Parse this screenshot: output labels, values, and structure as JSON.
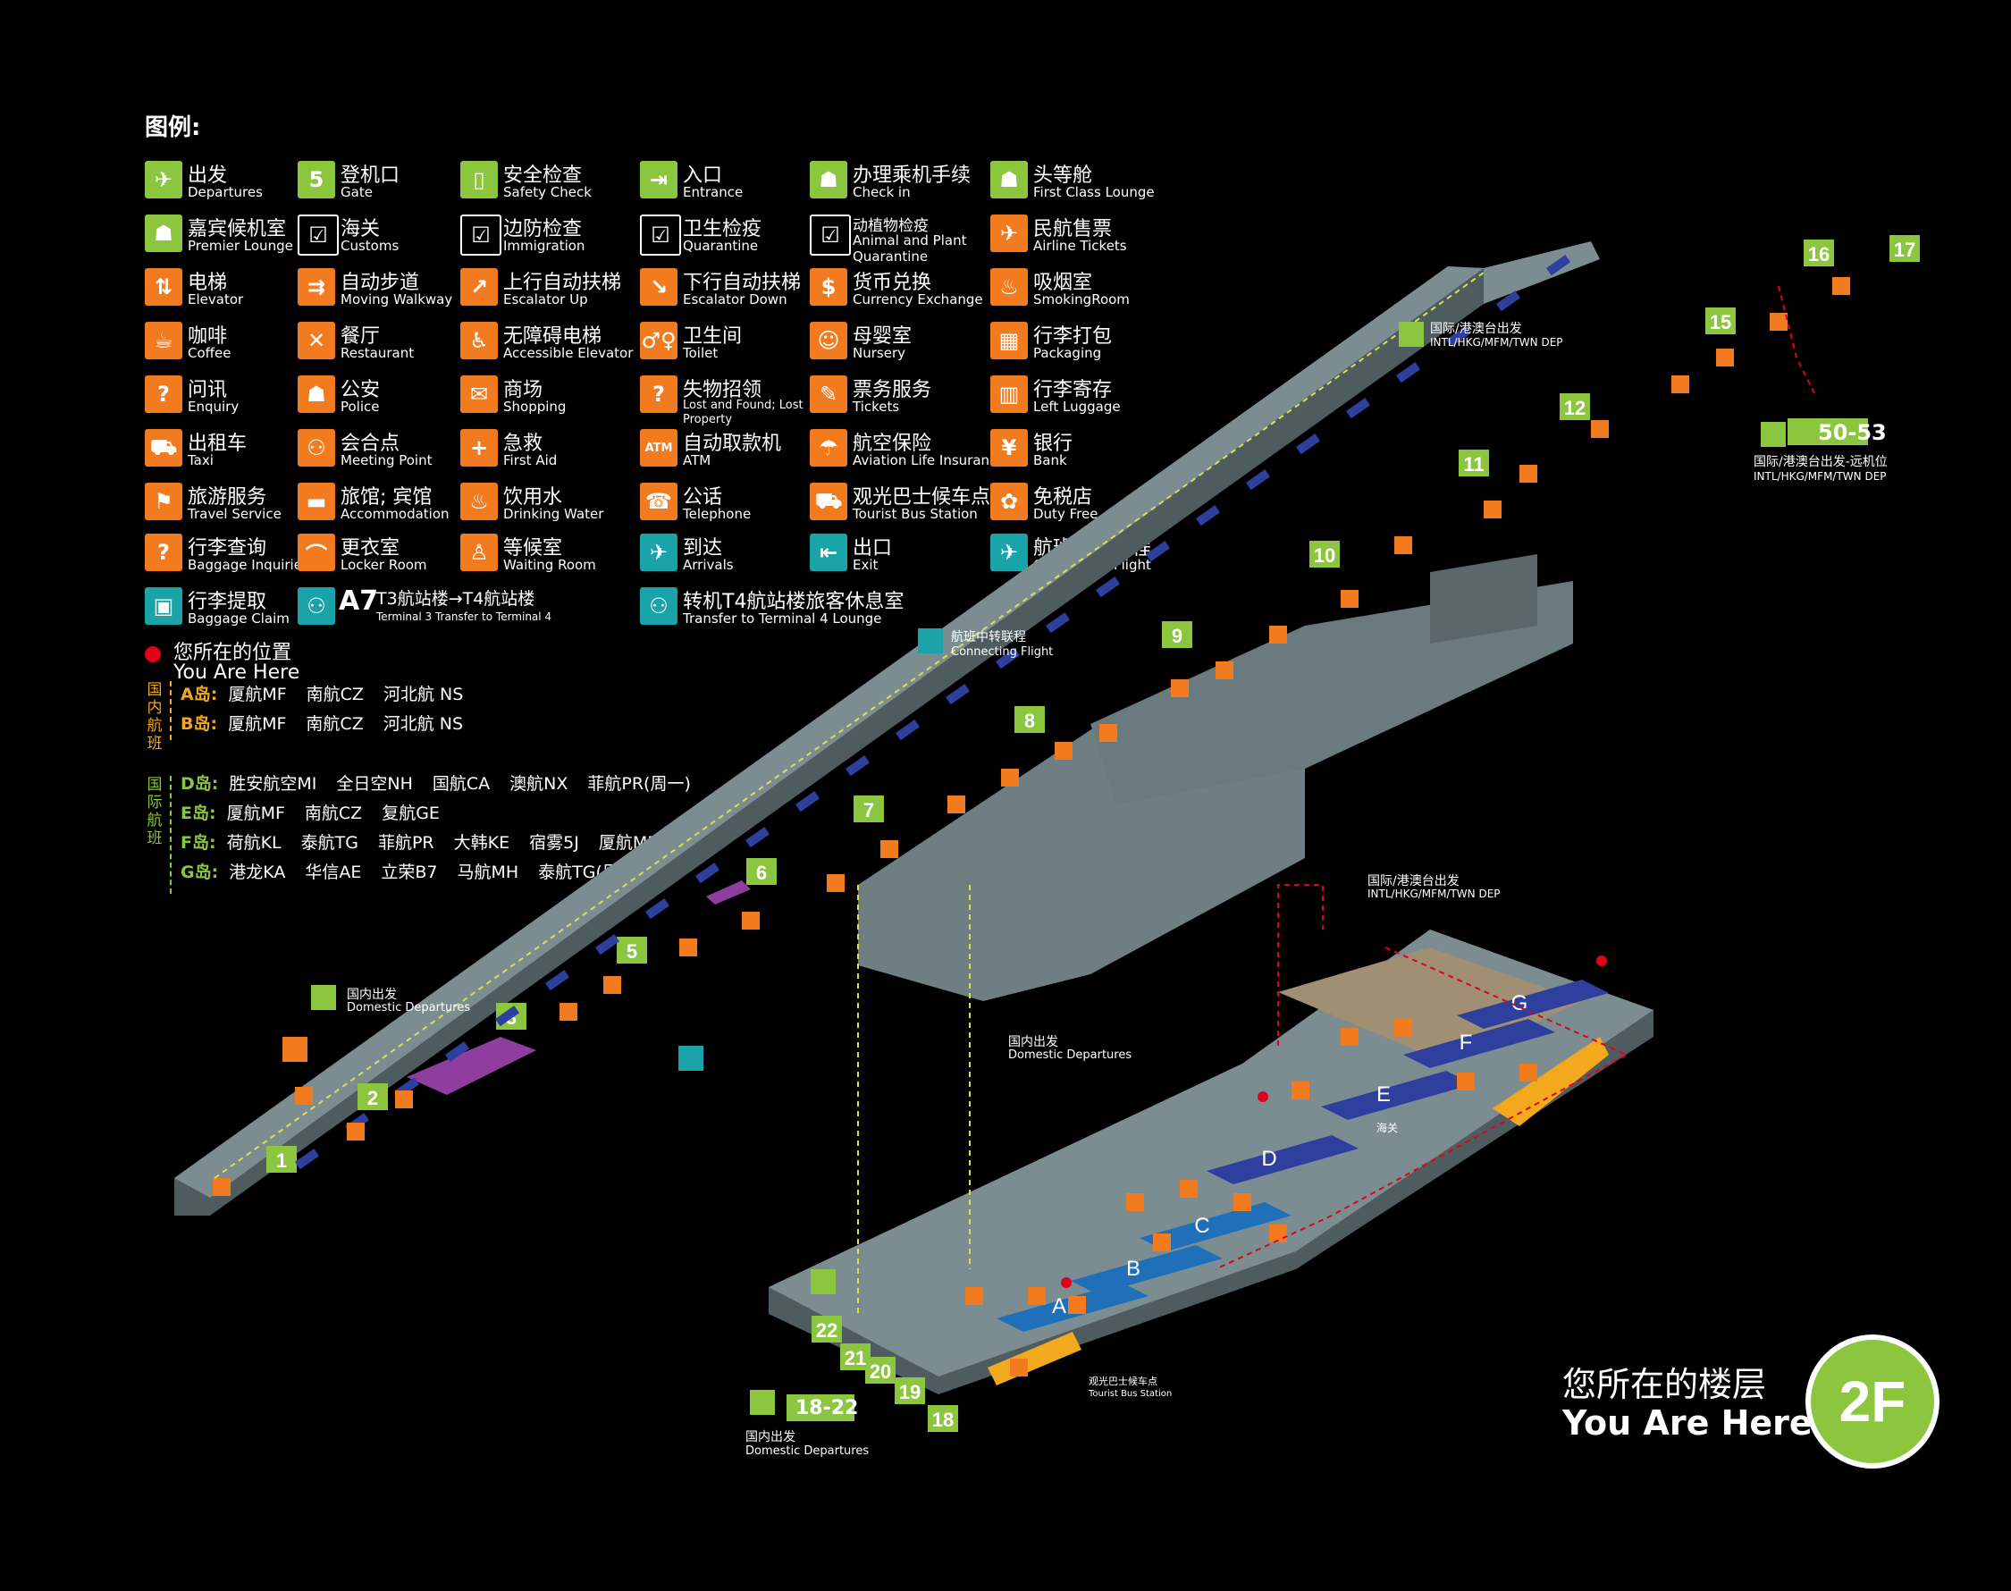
{
  "legend": {
    "title": "图例:",
    "items": [
      {
        "icon": "departures-icon",
        "cn": "出发",
        "en": "Departures",
        "color": "green",
        "glyph": "✈"
      },
      {
        "icon": "gate-icon",
        "cn": "登机口",
        "en": "Gate",
        "color": "green",
        "glyph": "5"
      },
      {
        "icon": "safety-check-icon",
        "cn": "安全检查",
        "en": "Safety Check",
        "color": "green",
        "glyph": "▯"
      },
      {
        "icon": "entrance-icon",
        "cn": "入口",
        "en": "Entrance",
        "color": "green",
        "glyph": "⇥"
      },
      {
        "icon": "check-in-icon",
        "cn": "办理乘机手续",
        "en": "Check in",
        "color": "green",
        "glyph": "☗"
      },
      {
        "icon": "first-class-lounge-icon",
        "cn": "头等舱",
        "en": "First Class Lounge",
        "color": "green",
        "glyph": "☗"
      },
      {
        "icon": "premier-lounge-icon",
        "cn": "嘉宾候机室",
        "en": "Premier Lounge",
        "color": "green",
        "glyph": "☗"
      },
      {
        "icon": "customs-icon",
        "cn": "海关",
        "en": "Customs",
        "color": "black",
        "glyph": "☑"
      },
      {
        "icon": "immigration-icon",
        "cn": "边防检查",
        "en": "Immigration",
        "color": "black",
        "glyph": "☑"
      },
      {
        "icon": "quarantine-icon",
        "cn": "卫生检疫",
        "en": "Quarantine",
        "color": "black",
        "glyph": "☑"
      },
      {
        "icon": "animal-plant-quarantine-icon",
        "cn": "动植物检疫",
        "en": "Animal and Plant Quarantine",
        "color": "black",
        "glyph": "☑"
      },
      {
        "icon": "airline-tickets-icon",
        "cn": "民航售票",
        "en": "Airline Tickets",
        "color": "orange",
        "glyph": "✈"
      },
      {
        "icon": "elevator-icon",
        "cn": "电梯",
        "en": "Elevator",
        "color": "orange",
        "glyph": "⇅"
      },
      {
        "icon": "moving-walkway-icon",
        "cn": "自动步道",
        "en": "Moving Walkway",
        "color": "orange",
        "glyph": "⇉"
      },
      {
        "icon": "escalator-up-icon",
        "cn": "上行自动扶梯",
        "en": "Escalator Up",
        "color": "orange",
        "glyph": "↗"
      },
      {
        "icon": "escalator-down-icon",
        "cn": "下行自动扶梯",
        "en": "Escalator Down",
        "color": "orange",
        "glyph": "↘"
      },
      {
        "icon": "currency-exchange-icon",
        "cn": "货币兑换",
        "en": "Currency Exchange",
        "color": "orange",
        "glyph": "$"
      },
      {
        "icon": "smoking-room-icon",
        "cn": "吸烟室",
        "en": "SmokingRoom",
        "color": "orange",
        "glyph": "♨"
      },
      {
        "icon": "coffee-icon",
        "cn": "咖啡",
        "en": "Coffee",
        "color": "orange",
        "glyph": "☕"
      },
      {
        "icon": "restaurant-icon",
        "cn": "餐厅",
        "en": "Restaurant",
        "color": "orange",
        "glyph": "✕"
      },
      {
        "icon": "accessible-elevator-icon",
        "cn": "无障碍电梯",
        "en": "Accessible Elevator",
        "color": "orange",
        "glyph": "♿"
      },
      {
        "icon": "toilet-icon",
        "cn": "卫生间",
        "en": "Toilet",
        "color": "orange",
        "glyph": "♂♀"
      },
      {
        "icon": "nursery-icon",
        "cn": "母婴室",
        "en": "Nursery",
        "color": "orange",
        "glyph": "☺"
      },
      {
        "icon": "packaging-icon",
        "cn": "行李打包",
        "en": "Packaging",
        "color": "orange",
        "glyph": "▦"
      },
      {
        "icon": "enquiry-icon",
        "cn": "问讯",
        "en": "Enquiry",
        "color": "orange",
        "glyph": "?"
      },
      {
        "icon": "police-icon",
        "cn": "公安",
        "en": "Police",
        "color": "orange",
        "glyph": "☗"
      },
      {
        "icon": "shopping-icon",
        "cn": "商场",
        "en": "Shopping",
        "color": "orange",
        "glyph": "✉"
      },
      {
        "icon": "lost-found-icon",
        "cn": "失物招领",
        "en": "Lost and Found; Lost Property",
        "color": "orange",
        "glyph": "?"
      },
      {
        "icon": "tickets-icon",
        "cn": "票务服务",
        "en": "Tickets",
        "color": "orange",
        "glyph": "✎"
      },
      {
        "icon": "left-luggage-icon",
        "cn": "行李寄存",
        "en": "Left Luggage",
        "color": "orange",
        "glyph": "▥"
      },
      {
        "icon": "taxi-icon",
        "cn": "出租车",
        "en": "Taxi",
        "color": "orange",
        "glyph": "⛟"
      },
      {
        "icon": "meeting-point-icon",
        "cn": "会合点",
        "en": "Meeting Point",
        "color": "orange",
        "glyph": "⚇"
      },
      {
        "icon": "first-aid-icon",
        "cn": "急救",
        "en": "First Aid",
        "color": "orange",
        "glyph": "+"
      },
      {
        "icon": "atm-icon",
        "cn": "自动取款机",
        "en": "ATM",
        "color": "orange",
        "glyph": "ATM"
      },
      {
        "icon": "aviation-insurance-icon",
        "cn": "航空保险",
        "en": "Aviation Life Insurance",
        "color": "orange",
        "glyph": "☂"
      },
      {
        "icon": "bank-icon",
        "cn": "银行",
        "en": "Bank",
        "color": "orange",
        "glyph": "¥"
      },
      {
        "icon": "travel-service-icon",
        "cn": "旅游服务",
        "en": "Travel  Service",
        "color": "orange",
        "glyph": "⚑"
      },
      {
        "icon": "accommodation-icon",
        "cn": "旅馆; 宾馆",
        "en": "Accommodation",
        "color": "orange",
        "glyph": "▬"
      },
      {
        "icon": "drinking-water-icon",
        "cn": "饮用水",
        "en": "Drinking Water",
        "color": "orange",
        "glyph": "♨"
      },
      {
        "icon": "telephone-icon",
        "cn": "公话",
        "en": "Telephone",
        "color": "orange",
        "glyph": "☎"
      },
      {
        "icon": "tourist-bus-icon",
        "cn": "观光巴士候车点",
        "en": "Tourist Bus Station",
        "color": "orange",
        "glyph": "⛟"
      },
      {
        "icon": "duty-free-icon",
        "cn": "免税店",
        "en": "Duty  Free",
        "color": "orange",
        "glyph": "✿"
      },
      {
        "icon": "baggage-inquiries-icon",
        "cn": "行李查询",
        "en": "Baggage Inquiries",
        "color": "orange",
        "glyph": "?"
      },
      {
        "icon": "locker-room-icon",
        "cn": "更衣室",
        "en": "Locker Room",
        "color": "orange",
        "glyph": "⌒"
      },
      {
        "icon": "waiting-room-icon",
        "cn": "等候室",
        "en": "Waiting Room",
        "color": "orange",
        "glyph": "♙"
      },
      {
        "icon": "arrivals-icon",
        "cn": "到达",
        "en": "Arrivals",
        "color": "teal",
        "glyph": "✈"
      },
      {
        "icon": "exit-icon",
        "cn": "出口",
        "en": "Exit",
        "color": "teal",
        "glyph": "⇤"
      },
      {
        "icon": "connecting-flight-icon",
        "cn": "航班中转联程",
        "en": "Connecting Flight",
        "color": "teal",
        "glyph": "✈"
      },
      {
        "icon": "baggage-claim-icon",
        "cn": "行李提取",
        "en": "Baggage Claim",
        "color": "teal",
        "glyph": "▣"
      },
      {
        "icon": "transfer-t3-t4-icon",
        "cn": "T3航站楼→T4航站楼",
        "en": "Terminal 3 Transfer to Terminal 4",
        "color": "teal",
        "glyph": "⚇"
      },
      {
        "icon": "transfer-lounge-icon",
        "cn": "转机T4航站楼旅客休息室",
        "en": "Transfer to Terminal 4 Lounge",
        "color": "teal",
        "glyph": "⚇"
      }
    ]
  },
  "transfer_code": "A7",
  "you_are_here": {
    "cn": "您所在的位置",
    "en": "You Are Here"
  },
  "domestic": {
    "label": "国内航班",
    "rows": [
      {
        "key": "A岛:",
        "airlines": [
          "厦航MF",
          "南航CZ",
          "河北航 NS"
        ]
      },
      {
        "key": "B岛:",
        "airlines": [
          "厦航MF",
          "南航CZ",
          "河北航 NS"
        ]
      }
    ]
  },
  "international": {
    "label": "国际航班",
    "rows": [
      {
        "key": "D岛:",
        "airlines": [
          "胜安航空MI",
          "全日空NH",
          "国航CA",
          "澳航NX",
          "菲航PR(周一)"
        ]
      },
      {
        "key": "E岛:",
        "airlines": [
          "厦航MF",
          "南航CZ",
          "复航GE"
        ]
      },
      {
        "key": "F岛:",
        "airlines": [
          "荷航KL",
          "泰航TG",
          "菲航PR",
          "大韩KE",
          "宿雾5J",
          "厦航MF"
        ]
      },
      {
        "key": "G岛:",
        "airlines": [
          "港龙KA",
          "华信AE",
          "立荣B7",
          "马航MH",
          "泰航TG(周日)"
        ]
      }
    ]
  },
  "map_labels": {
    "intl_dep_top": {
      "cn": "国际/港澳台出发",
      "en": "INTL/HKG/MFM/TWN DEP"
    },
    "remote_stand": {
      "gates": "50-53",
      "cn": "国际/港澳台出发-远机位",
      "en": "INTL/HKG/MFM/TWN DEP"
    },
    "connecting": {
      "cn": "航班中转联程",
      "en": "Connecting Flight"
    },
    "domestic_dep_left": {
      "cn": "国内出发",
      "en": "Domestic Departures"
    },
    "domestic_dep_mid": {
      "cn": "国内出发",
      "en": "Domestic Departures"
    },
    "intl_dep_mid": {
      "cn": "国际/港澳台出发",
      "en": "INTL/HKG/MFM/TWN DEP"
    },
    "domestic_dep_bottom": {
      "gates": "18-22",
      "cn": "国内出发",
      "en": "Domestic Departures"
    },
    "tourist_bus": {
      "cn": "观光巴士候车点",
      "en": "Tourist Bus Station"
    },
    "customs": "海关"
  },
  "gates": [
    "1",
    "2",
    "3",
    "5",
    "6",
    "7",
    "8",
    "9",
    "10",
    "11",
    "12",
    "15",
    "16",
    "17",
    "18",
    "19",
    "20",
    "21",
    "22"
  ],
  "islands": [
    "A",
    "B",
    "C",
    "D",
    "E",
    "F",
    "G"
  ],
  "floor": {
    "cn": "您所在的楼层",
    "en": "You Are Here",
    "level": "2F"
  },
  "colors": {
    "green": "#8cc63f",
    "orange": "#f27b20",
    "teal": "#1aa3a8",
    "floor": "#7c8d92",
    "gate_blue": "#2e3f9e",
    "red": "#e3001b"
  }
}
